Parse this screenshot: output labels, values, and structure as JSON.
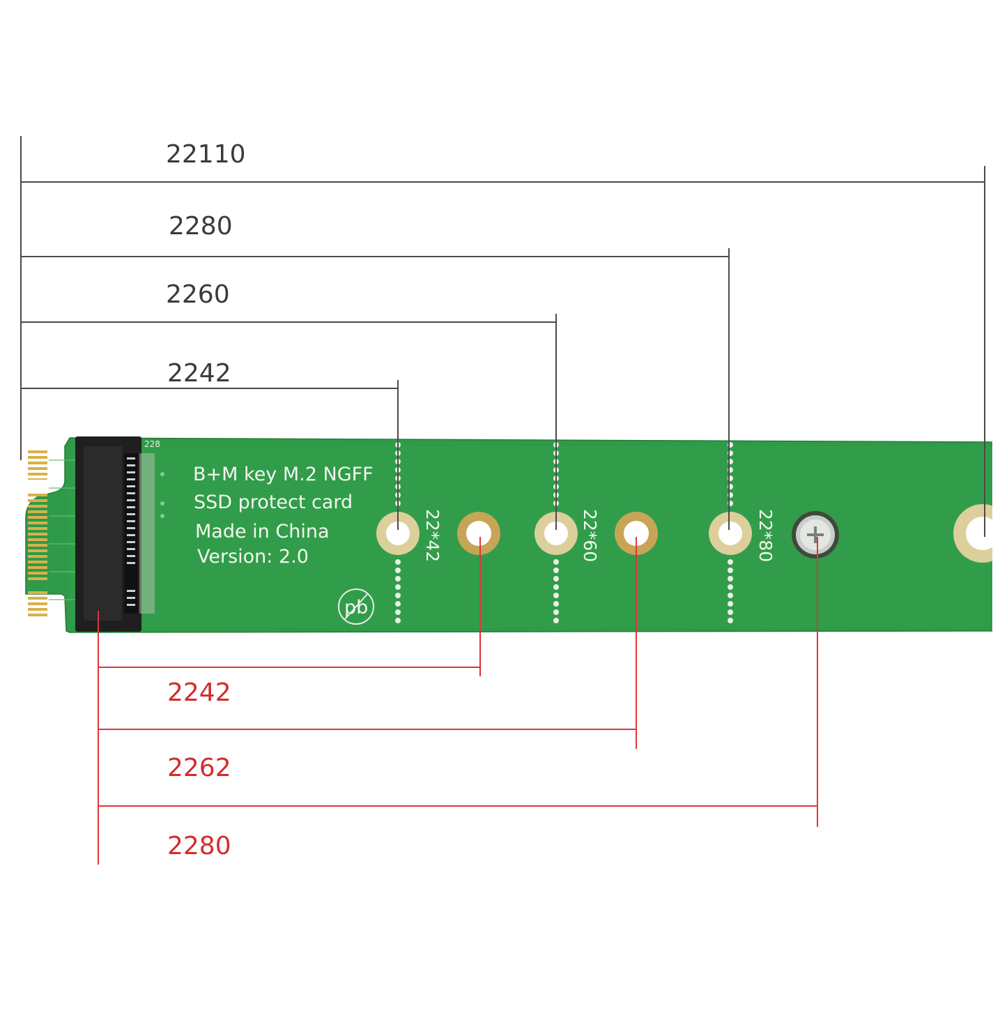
{
  "colors": {
    "top_dimension_line": "#4a4a4a",
    "bottom_dimension_line": "#e0343a",
    "bottom_dimension_text": "#d42b2b",
    "pcb_green": "#2f9a48",
    "gold_contact": "#d9b14a"
  },
  "top_dimensions": [
    {
      "label": "22110"
    },
    {
      "label": "2280"
    },
    {
      "label": "2260"
    },
    {
      "label": "2242"
    }
  ],
  "bottom_dimensions": [
    {
      "label": "2242"
    },
    {
      "label": "2262"
    },
    {
      "label": "2280"
    }
  ],
  "board": {
    "silkscreen_lines": [
      "B+M key M.2 NGFF",
      "SSD protect card",
      "Made in China",
      "Version: 2.0"
    ],
    "hole_labels": [
      "22*42",
      "22*60",
      "22*80"
    ],
    "connector_mark": "228",
    "pb_free_mark": "pb"
  }
}
